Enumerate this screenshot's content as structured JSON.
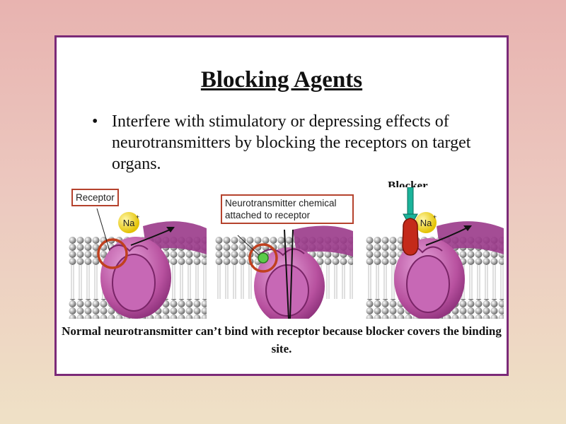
{
  "slide": {
    "title": "Blocking Agents",
    "bullet_symbol": "•",
    "bullet_text": "Interfere with stimulatory or depressing effects of neurotransmitters by blocking the receptors on target organs.",
    "blocker_label": "Blocker",
    "caption": "Normal neurotransmitter can’t bind with receptor because blocker covers the binding site."
  },
  "panels": {
    "p1": {
      "callout": "Receptor",
      "ion": "Na",
      "ion_charge": "+"
    },
    "p2": {
      "callout": "Neurotransmitter chemical attached to receptor"
    },
    "p3": {
      "ion": "Na",
      "ion_charge": "+"
    }
  },
  "colors": {
    "frame": "#7b2a78",
    "callout_border": "#b5422d",
    "receptor": "#c55fb3",
    "blocker": "#c42a1a",
    "arrow": "#1bb39a",
    "ion": "#f2d000"
  }
}
